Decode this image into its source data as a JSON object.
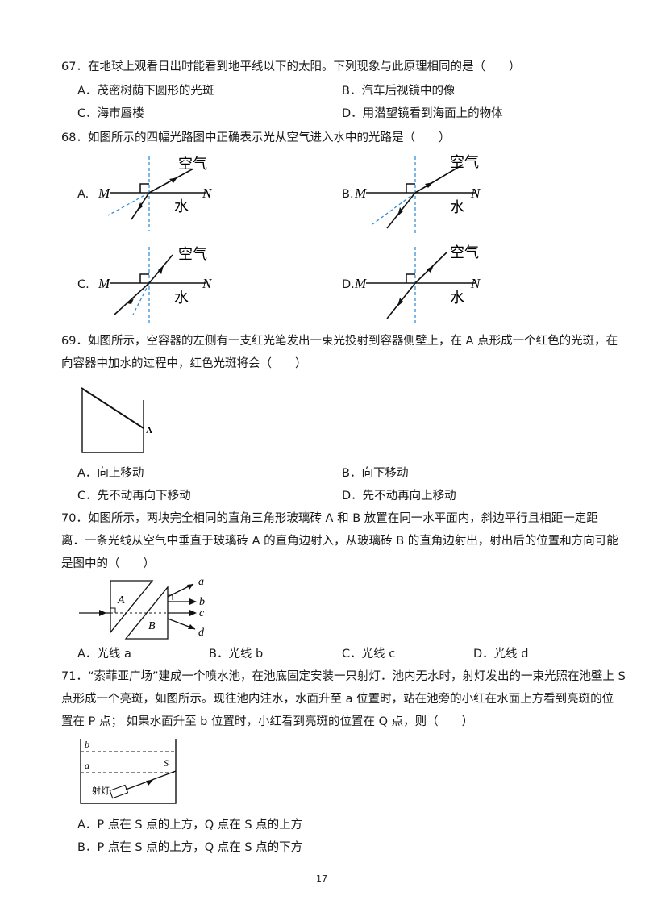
{
  "q67": {
    "stem": "67．在地球上观看日出时能看到地平线以下的太阳。下列现象与此原理相同的是（　　）",
    "A": "A．茂密树荫下圆形的光斑",
    "B": "B．汽车后视镜中的像",
    "C": "C．海市蜃楼",
    "D": "D．用潜望镜看到海面上的物体"
  },
  "q68": {
    "stem": "68．如图所示的四幅光路图中正确表示光从空气进入水中的光路是（　　）",
    "labels": [
      "A.",
      "B.",
      "C.",
      "D."
    ],
    "air": "空气",
    "water": "水",
    "M": "M",
    "N": "N"
  },
  "q69": {
    "stem1": "69．如图所示，空容器的左侧有一支红光笔发出一束光投射到容器侧壁上，在 A 点形成一个红色的光斑，在",
    "stem2": "向容器中加水的过程中，红色光斑将会（　　）",
    "point": "A",
    "A": "A．向上移动",
    "B": "B．向下移动",
    "C": "C．先不动再向下移动",
    "D": "D．先不动再向上移动"
  },
  "q70": {
    "stem1": "70．如图所示，两块完全相同的直角三角形玻璃砖 A 和 B 放置在同一水平面内，斜边平行且相距一定距",
    "stem2": "离．一条光线从空气中垂直于玻璃砖 A 的直角边射入，从玻璃砖 B 的直角边射出，射出后的位置和方向可能",
    "stem3": "是图中的（　　）",
    "blockA": "A",
    "blockB": "B",
    "rays": [
      "a",
      "b",
      "c",
      "d"
    ],
    "A": "A．光线 a",
    "B": "B．光线 b",
    "C": "C．光线 c",
    "D": "D．光线 d"
  },
  "q71": {
    "stem1": "71．“索菲亚广场”建成一个喷水池，在池底固定安装一只射灯．池内无水时，射灯发出的一束光照在池壁上 S",
    "stem2": "点形成一个亮斑，如图所示。现往池内注水，水面升至 a 位置时，站在池旁的小红在水面上方看到亮斑的位",
    "stem3": "置在 P 点；  如果水面升至 b 位置时，小红看到亮斑的位置在 Q 点，则（　　）",
    "level_b": "b",
    "level_a": "a",
    "point_s": "S",
    "lamp": "射灯",
    "A": "A．P 点在 S 点的上方，Q 点在 S 点的上方",
    "B": "B．P 点在 S 点的上方，Q 点在 S 点的下方"
  },
  "footer": {
    "page_number": "17"
  }
}
